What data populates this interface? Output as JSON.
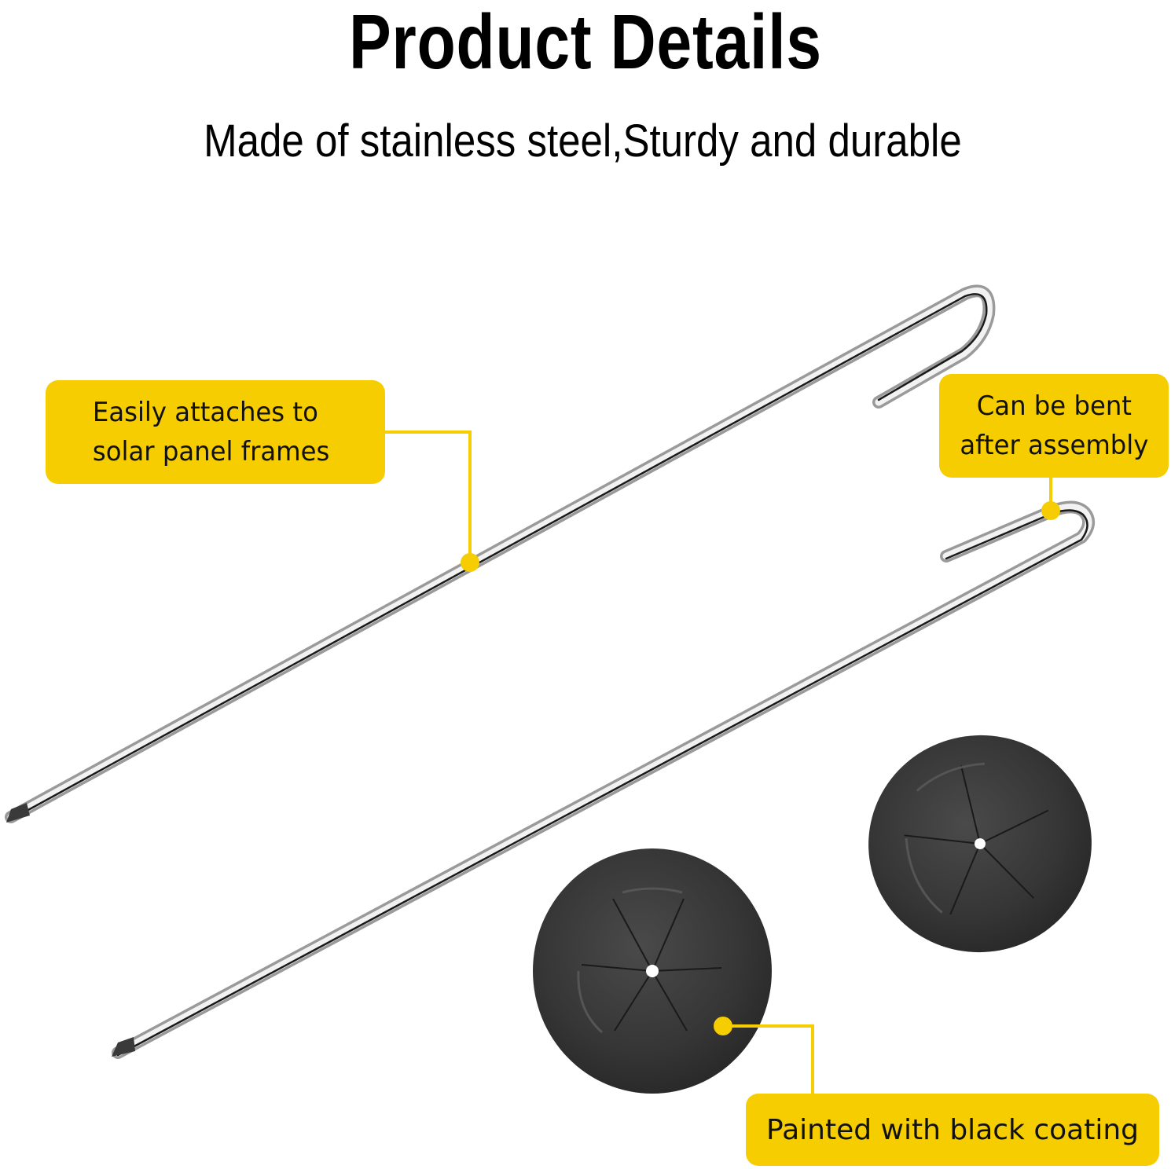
{
  "header": {
    "title": "Product Details",
    "subtitle": "Made of stainless steel,Sturdy and durable"
  },
  "callouts": [
    {
      "id": "attach",
      "lines": [
        "Easily attaches to",
        "solar panel frames"
      ],
      "target": "stake-shaft"
    },
    {
      "id": "bend",
      "lines": [
        "Can be bent",
        "after assembly"
      ],
      "target": "stake-hook"
    },
    {
      "id": "coating",
      "lines": [
        "Painted with black coating"
      ],
      "target": "washer"
    }
  ],
  "products": {
    "stakes": [
      {
        "name": "stainless steel stake 1",
        "hook": "J-hook"
      },
      {
        "name": "stainless steel stake 2",
        "hook": "J-hook"
      }
    ],
    "washers": [
      {
        "name": "black coated washer 1"
      },
      {
        "name": "black coated washer 2"
      }
    ]
  },
  "colors": {
    "accent_yellow": "#f5cd00",
    "text": "#111111",
    "washer": "#3a3a3a",
    "steel": "#b8b8b8",
    "background": "#ffffff"
  }
}
